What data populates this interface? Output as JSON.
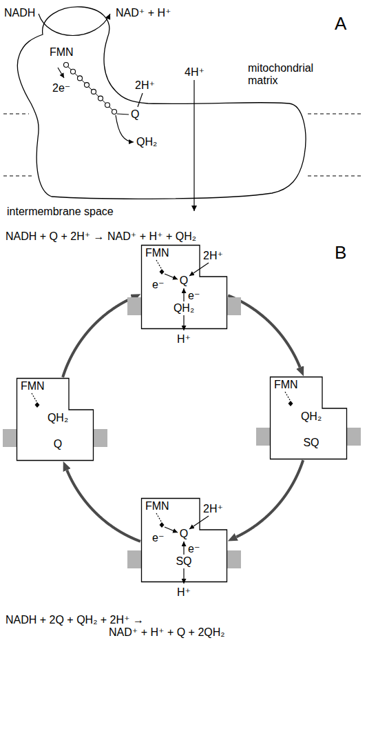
{
  "diagram": {
    "nodes": [
      {
        "text": [
          "FMN",
          "2e⁻",
          "2H⁺",
          "Q",
          "QH₂"
        ]
      },
      {
        "text": [
          "FMN",
          "2H⁺",
          "e⁻",
          "Q",
          "e⁻",
          "QH₂",
          "H⁺"
        ]
      },
      {
        "text": [
          "FMN",
          "QH₂",
          "Q"
        ]
      },
      {
        "text": [
          "FMN",
          "QH₂",
          "SQ"
        ]
      },
      {
        "text": [
          "FMN",
          "2H⁺",
          "e⁻",
          "Q",
          "e⁻",
          "SQ",
          "H⁺"
        ]
      }
    ],
    "edges": [
      {
        "from": 1,
        "to": 3,
        "arrow": "to"
      },
      {
        "from": 3,
        "to": 4,
        "arrow": "to"
      },
      {
        "from": 4,
        "to": 2,
        "arrow": "to"
      },
      {
        "from": 2,
        "to": 1,
        "arrow": "to"
      }
    ],
    "labels": [
      "NADH",
      "NAD⁺ + H⁺",
      "A",
      "4H⁺",
      "mitochondrial matrix",
      "intermembrane space",
      "NADH + Q + 2H⁺ → NAD⁺ + H⁺ + QH₂",
      "B",
      "NADH + 2Q + QH₂ + 2H⁺ → NAD⁺ + H⁺ + Q + 2QH₂"
    ]
  }
}
